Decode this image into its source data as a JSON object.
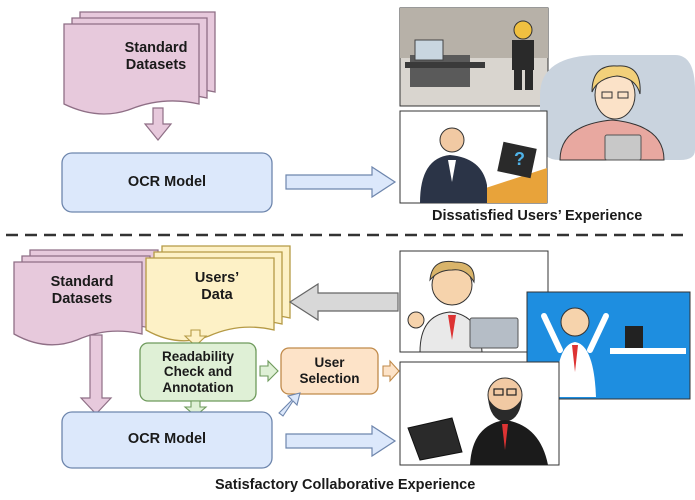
{
  "top": {
    "datasets_label": "Standard\nDatasets",
    "ocr_label": "OCR Model",
    "caption": "Dissatisfied Users’ Experience"
  },
  "bottom": {
    "datasets_label": "Standard\nDatasets",
    "users_data_label": "Users’\nData",
    "readability_label": "Readability\nCheck and\nAnnotation",
    "user_selection_label": "User\nSelection",
    "ocr_label": "OCR Model",
    "caption": "Satisfactory Collaborative Experience"
  },
  "colors": {
    "dataset_pink": "#e7c9dc",
    "users_yellow": "#fdf1c6",
    "ocr_blue": "#dce8fb",
    "readability_green": "#dff0d6",
    "selection_orange": "#fde3c8",
    "arrow_gray": "#d8d8d8",
    "arrow_blue": "#dce8fb"
  }
}
